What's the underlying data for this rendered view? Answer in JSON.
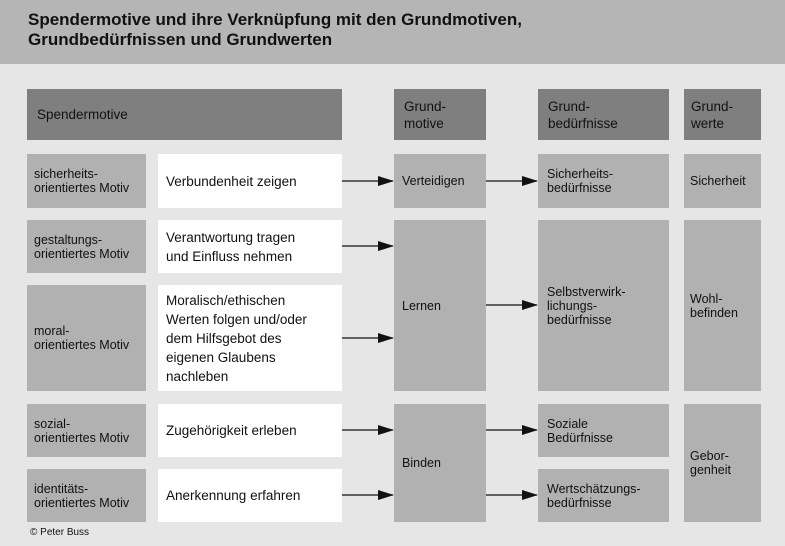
{
  "title": {
    "line1": "Spendermotive und ihre Verknüpfung mit den Grundmotiven,",
    "line2": "Grundbedürfnissen und Grundwerten"
  },
  "headers": {
    "spendermotive": "Spendermotive",
    "grundmotive": [
      "Grund-",
      "motive"
    ],
    "grundbeduerfnisse": [
      "Grund-",
      "bedürfnisse"
    ],
    "grundwerte": [
      "Grund-",
      "werte"
    ]
  },
  "rows": [
    {
      "motive": [
        "sicherheits-",
        "orientiertes Motiv"
      ],
      "behavior": [
        "Verbundenheit zeigen"
      ]
    },
    {
      "motive": [
        "gestaltungs-",
        "orientiertes Motiv"
      ],
      "behavior": [
        "Verantwortung tragen",
        "und Einfluss nehmen"
      ]
    },
    {
      "motive": [
        "moral-",
        "orientiertes Motiv"
      ],
      "behavior": [
        "Moralisch/ethischen",
        "Werten folgen und/oder",
        "dem Hilfsgebot  des",
        "eigenen Glaubens",
        "nachleben"
      ]
    },
    {
      "motive": [
        "sozial-",
        "orientiertes Motiv"
      ],
      "behavior": [
        "Zugehörigkeit erleben"
      ]
    },
    {
      "motive": [
        "identitäts-",
        "orientiertes Motiv"
      ],
      "behavior": [
        "Anerkennung erfahren"
      ]
    }
  ],
  "grundmotive": [
    "Verteidigen",
    "Lernen",
    "Binden"
  ],
  "grundbeduerfnisse": [
    [
      "Sicherheits-",
      "bedürfnisse"
    ],
    [
      "Selbstverwirk-",
      "lichungs-",
      "bedürfnisse"
    ],
    [
      "Soziale",
      "Bedürfnisse"
    ],
    [
      "Wertschätzungs-",
      "bedürfnisse"
    ]
  ],
  "grundwerte": [
    [
      "Sicherheit"
    ],
    [
      "Wohl-",
      "befinden"
    ],
    [
      "Gebor-",
      "genheit"
    ]
  ],
  "copyright": "© Peter Buss",
  "colors": {
    "title_band": "#b5b5b5",
    "background": "#e6e6e6",
    "header_box": "#7f7f7f",
    "content_box": "#b1b1b1",
    "behavior_box": "#ffffff",
    "arrow": "#111111"
  }
}
